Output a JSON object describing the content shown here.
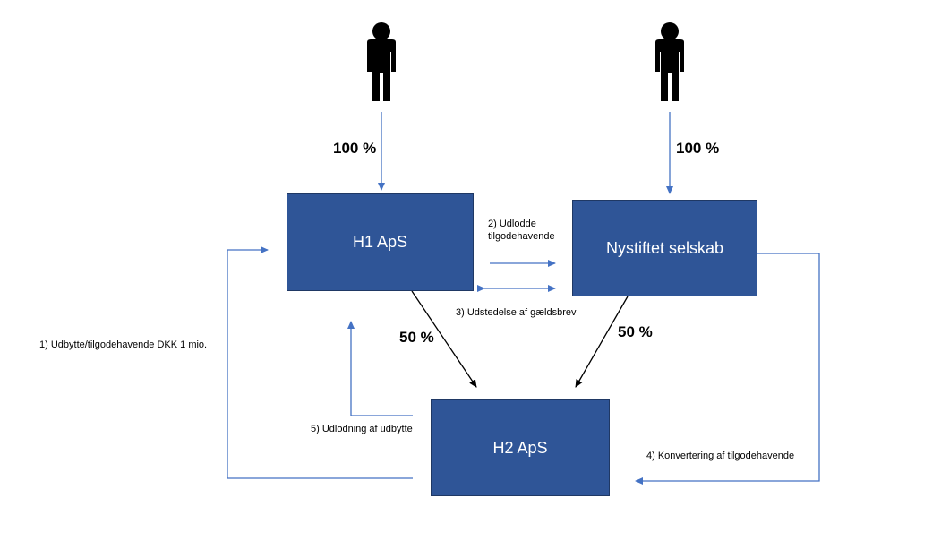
{
  "entities": {
    "h1": "H1 ApS",
    "new_company": "Nystiftet selskab",
    "h2": "H2 ApS"
  },
  "ownership": {
    "person1_to_h1": "100 %",
    "person2_to_new": "100 %",
    "h1_to_h2": "50 %",
    "new_to_h2": "50 %"
  },
  "steps": {
    "step1": "1) Udbytte/tilgodehavende DKK 1 mio.",
    "step2_line1": "2) Udlodde",
    "step2_line2": "tilgodehavende",
    "step3": "3) Udstedelse af gældsbrev",
    "step4": "4) Konvertering af tilgodehavende",
    "step5": "5) Udlodning af udbytte"
  },
  "colors": {
    "box_fill": "#2f5597",
    "arrow_blue": "#4472c4",
    "arrow_black": "#000000"
  }
}
